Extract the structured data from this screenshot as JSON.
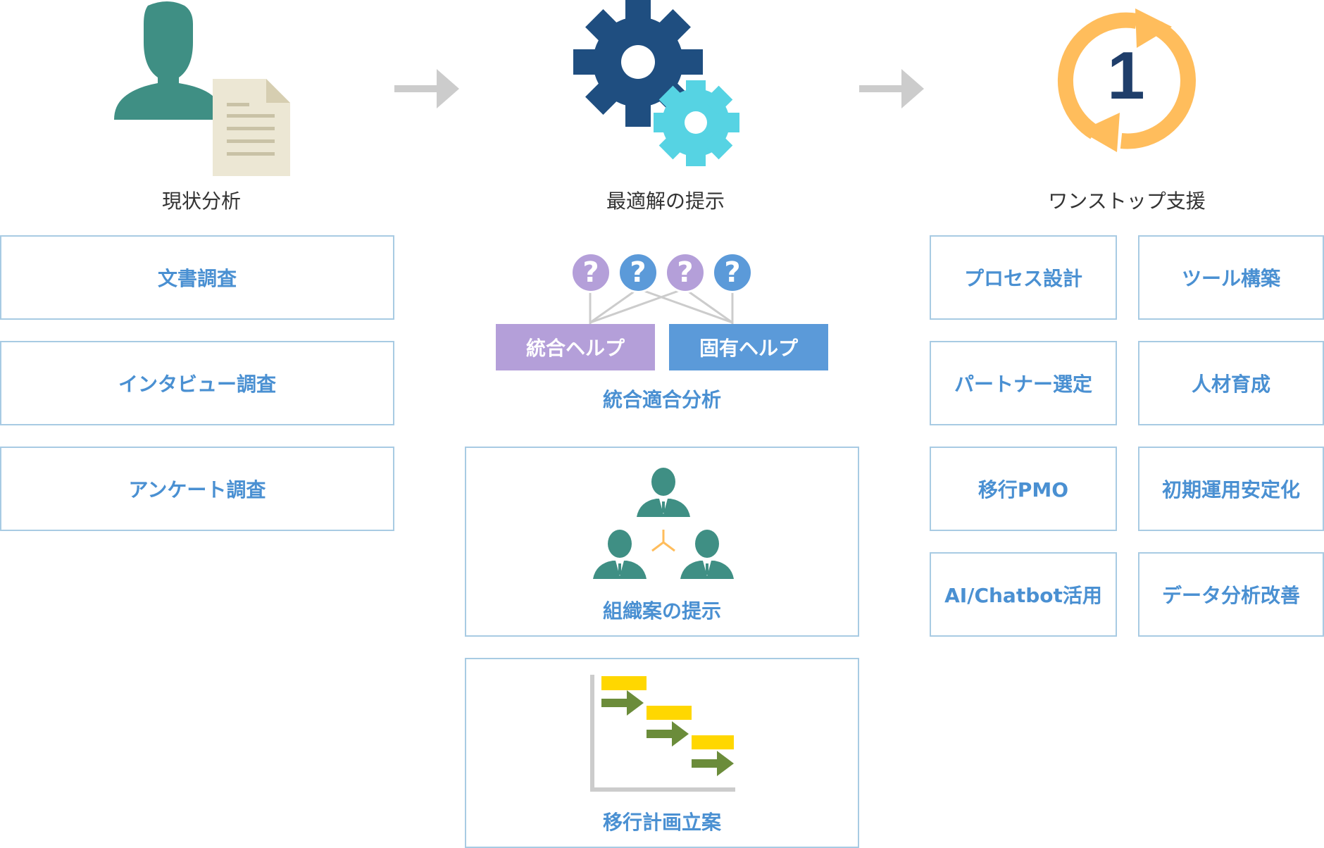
{
  "columns": [
    {
      "label": "現状分析"
    },
    {
      "label": "最適解の提示"
    },
    {
      "label": "ワンストップ支援"
    }
  ],
  "analysis_items": [
    "文書調査",
    "インタビュー調査",
    "アンケート調査"
  ],
  "solution": {
    "help_tags": [
      "統合ヘルプ",
      "固有ヘルプ"
    ],
    "fit_caption": "統合適合分析",
    "question_mark": "?",
    "org_caption": "組織案の提示",
    "plan_caption": "移行計画立案"
  },
  "support_items": [
    [
      "プロセス設計",
      "ツール構築"
    ],
    [
      "パートナー選定",
      "人材育成"
    ],
    [
      "移行PMO",
      "初期運用安定化"
    ],
    [
      "AI/Chatbot活用",
      "データ分析改善"
    ]
  ],
  "step_number": "1",
  "colors": {
    "box_border": "#a8cbe3",
    "label_blue": "#4a90d2",
    "person_teal": "#3f8f84",
    "doc_beige": "#ece7d4",
    "gear_dark": "#1f4e80",
    "gear_light": "#56d3e3",
    "cycle_orange": "#ffbd5c",
    "step_navy": "#1f3e6a",
    "purple": "#b49fd9",
    "blue": "#5b9ad9",
    "arrow_gray": "#cccccc",
    "gantt_yellow": "#ffd700",
    "gantt_green": "#6b8c3a"
  },
  "icons": [
    "person-icon",
    "document-icon",
    "gear-icon",
    "cycle-icon",
    "question-icon",
    "business-person-icon",
    "gantt-icon",
    "right-arrow-icon"
  ]
}
